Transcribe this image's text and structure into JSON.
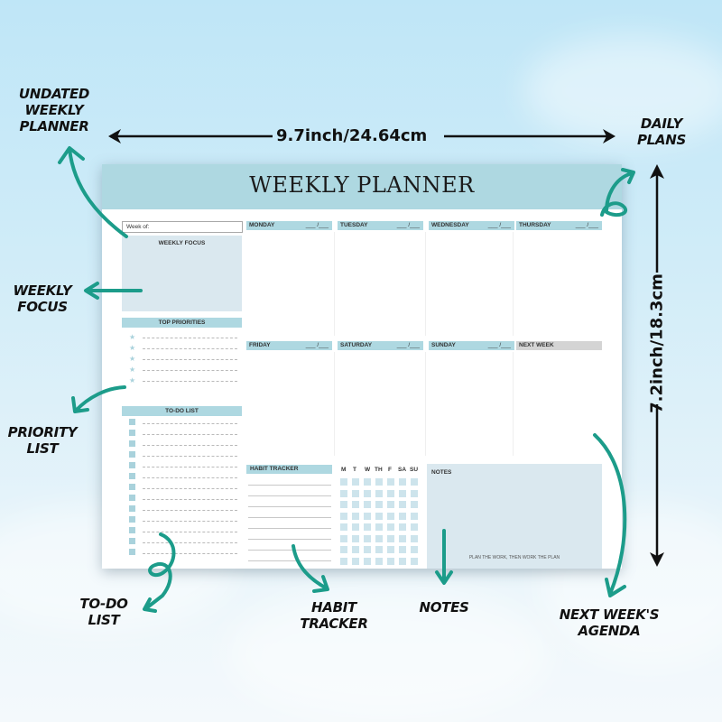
{
  "colors": {
    "accent_teal": "#1c9c8a",
    "header_blue": "#aed8e1",
    "panel_blue": "#dae8ef",
    "next_week_gray": "#d4d4d4"
  },
  "dimensions": {
    "width_label": "9.7inch/24.64cm",
    "height_label": "7.2inch/18.3cm"
  },
  "callouts": {
    "undated": "UNDATED\nWEEKLY\nPLANNER",
    "daily_plans": "DAILY\nPLANS",
    "weekly_focus": "WEEKLY\nFOCUS",
    "priority_list": "PRIORITY\nLIST",
    "todo_list": "TO-DO\nLIST",
    "habit_tracker": "HABIT\nTRACKER",
    "notes": "NOTES",
    "next_week": "NEXT WEEK'S\nAGENDA"
  },
  "planner": {
    "title": "WEEKLY PLANNER",
    "week_of_label": "Week of:",
    "weekly_focus_title": "WEEKLY FOCUS",
    "top_priorities_title": "TOP PRIORITIES",
    "todo_title": "TO-DO LIST",
    "date_blank": "___ /___",
    "days_row1": [
      "MONDAY",
      "TUESDAY",
      "WEDNESDAY",
      "THURSDAY"
    ],
    "days_row2": [
      "FRIDAY",
      "SATURDAY",
      "SUNDAY"
    ],
    "next_week_title": "NEXT WEEK",
    "habit_tracker_title": "HABIT TRACKER",
    "habit_days": [
      "M",
      "T",
      "W",
      "TH",
      "F",
      "SA",
      "SU"
    ],
    "notes_title": "NOTES",
    "notes_quote": "PLAN THE WORK, THEN WORK THE PLAN",
    "priority_count": 5,
    "todo_count": 13,
    "habit_rows": 8
  }
}
